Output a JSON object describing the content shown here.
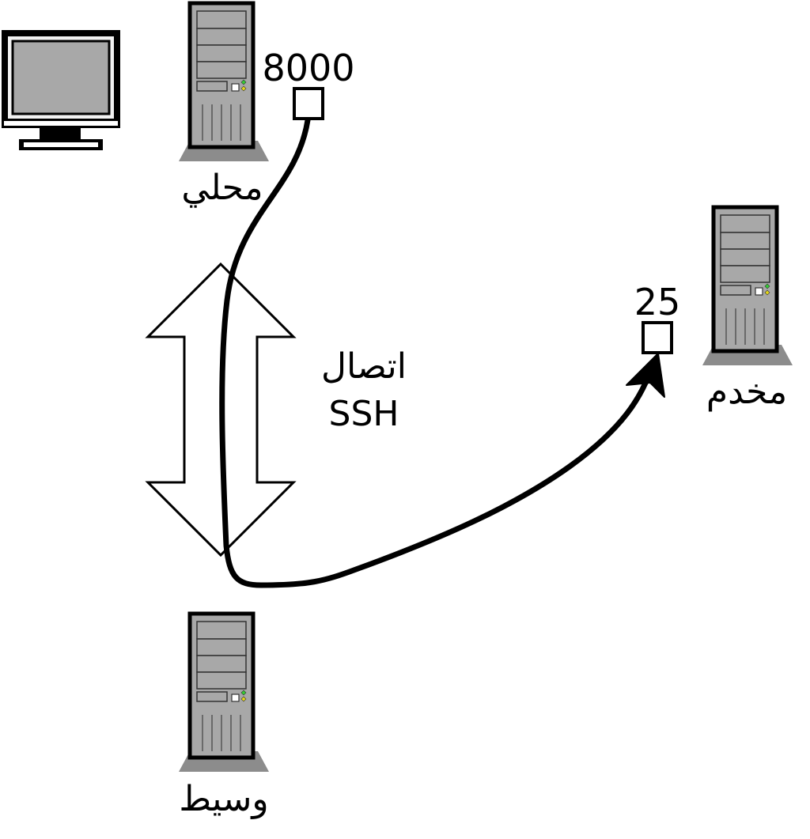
{
  "nodes": {
    "local": {
      "label": "محلي",
      "port": "8000"
    },
    "server": {
      "label": "مخدم",
      "port": "25"
    },
    "intermediate": {
      "label": "وسيط"
    }
  },
  "connection": {
    "line1": "اتصال",
    "line2": "SSH"
  },
  "colors": {
    "server_body": "#a8a8a8",
    "server_base": "#8c8c8c",
    "monitor_screen": "#a8a8a8",
    "led_green": "#33cc33",
    "led_yellow": "#e6d817",
    "stroke": "#000000"
  }
}
